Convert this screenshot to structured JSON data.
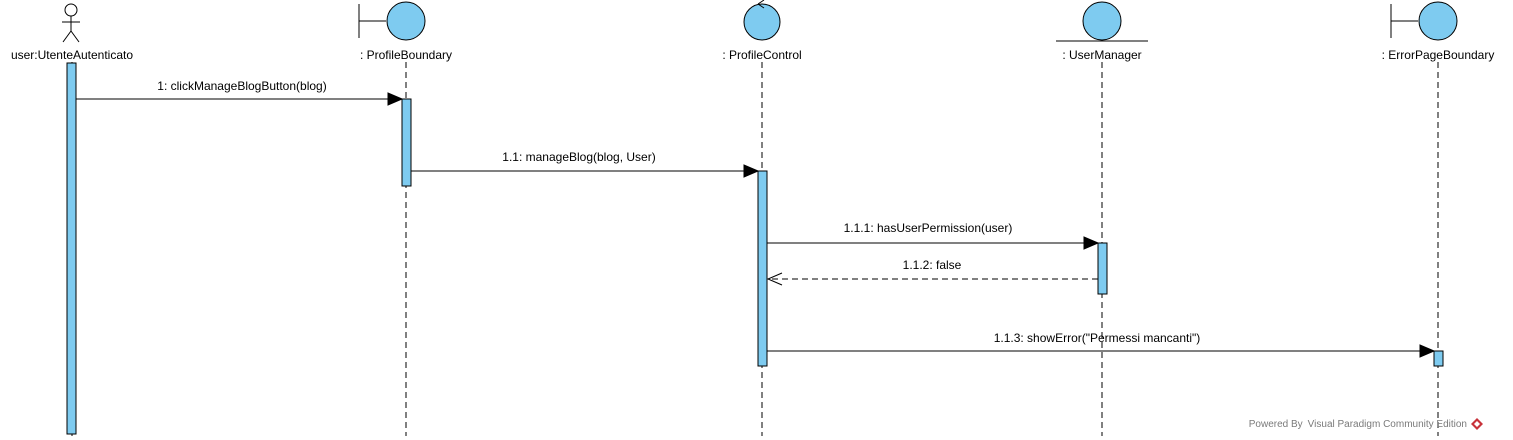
{
  "diagram": {
    "lifelines": [
      {
        "id": "actor",
        "label": "user:UtenteAutenticato",
        "kind": "actor"
      },
      {
        "id": "profile_boundary",
        "label": ": ProfileBoundary",
        "kind": "boundary"
      },
      {
        "id": "profile_control",
        "label": ": ProfileControl",
        "kind": "control"
      },
      {
        "id": "user_manager",
        "label": ": UserManager",
        "kind": "entity"
      },
      {
        "id": "error_page_boundary",
        "label": ": ErrorPageBoundary",
        "kind": "boundary"
      }
    ],
    "messages": [
      {
        "label": "1: clickManageBlogButton(blog)",
        "from": "actor",
        "to": "profile_boundary",
        "type": "sync"
      },
      {
        "label": "1.1: manageBlog(blog, User)",
        "from": "profile_boundary",
        "to": "profile_control",
        "type": "sync"
      },
      {
        "label": "1.1.1: hasUserPermission(user)",
        "from": "profile_control",
        "to": "user_manager",
        "type": "sync"
      },
      {
        "label": "1.1.2: false",
        "from": "user_manager",
        "to": "profile_control",
        "type": "return"
      },
      {
        "label": "1.1.3: showError(\"Permessi mancanti\")",
        "from": "profile_control",
        "to": "error_page_boundary",
        "type": "sync"
      }
    ]
  },
  "footer": {
    "text": "Powered By Visual Paradigm Community Edition",
    "icon": "visual-paradigm-logo-icon"
  },
  "colors": {
    "fill": "#7ecbf0",
    "stroke": "#000000",
    "footer_text": "#7a7a7a"
  }
}
